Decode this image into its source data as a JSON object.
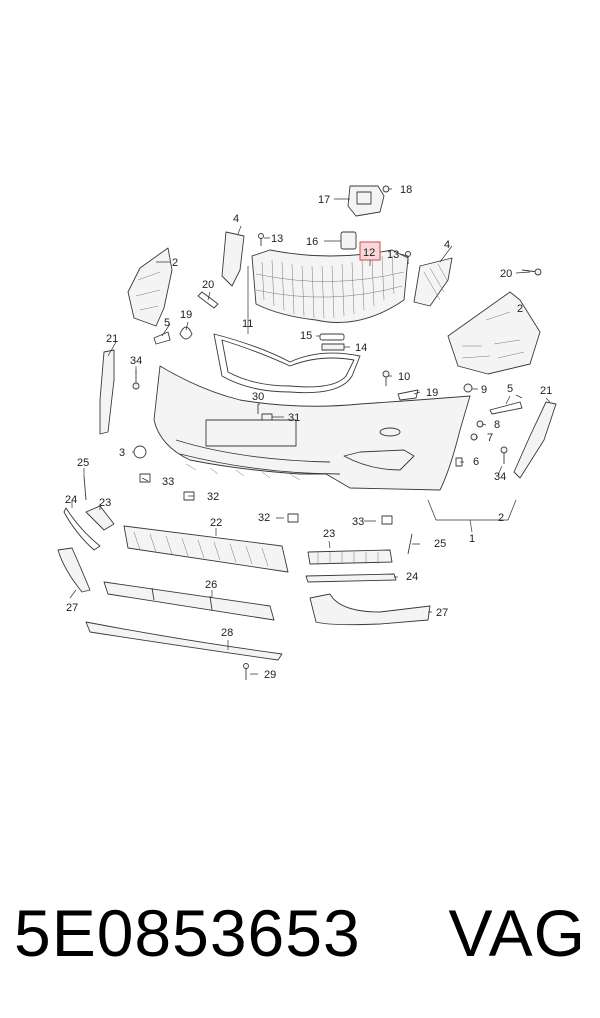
{
  "part_number": "5E0853653",
  "brand": "VAG",
  "highlight_color": "#d24a4a",
  "callouts": [
    "1",
    "2",
    "2",
    "2",
    "3",
    "4",
    "4",
    "5",
    "5",
    "6",
    "7",
    "8",
    "9",
    "10",
    "11",
    "12",
    "13",
    "13",
    "14",
    "15",
    "16",
    "17",
    "18",
    "19",
    "19",
    "20",
    "20",
    "21",
    "21",
    "22",
    "23",
    "23",
    "24",
    "24",
    "25",
    "25",
    "26",
    "27",
    "27",
    "28",
    "29",
    "30",
    "31",
    "32",
    "32",
    "33",
    "33",
    "34",
    "34"
  ],
  "highlighted_callout": "12"
}
